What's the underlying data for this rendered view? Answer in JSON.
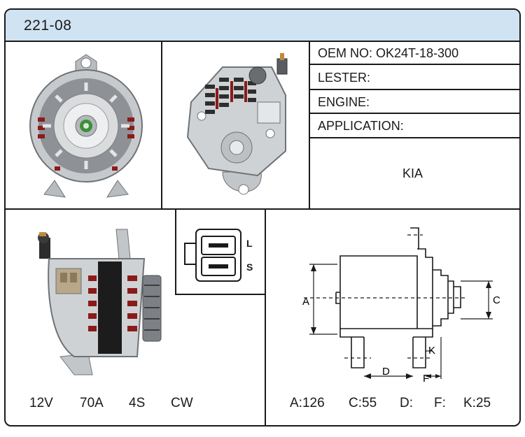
{
  "header": {
    "title": "221-08"
  },
  "info": {
    "oem": "OEM NO: OK24T-18-300",
    "lester": "LESTER:",
    "engine": "ENGINE:",
    "application": "APPLICATION:",
    "application_value": "KIA"
  },
  "connector": {
    "label_l": "L",
    "label_s": "S"
  },
  "specs": {
    "voltage": "12V",
    "amperage": "70A",
    "grooves": "4S",
    "rotation": "CW"
  },
  "dimensions": {
    "a_label": "A",
    "c_label": "C",
    "d_label": "D",
    "f_label": "F",
    "k_label": "K",
    "a_value": "A:126",
    "c_value": "C:55",
    "d_value": "D:",
    "f_value": "F:",
    "k_value": "K:25"
  },
  "colors": {
    "header_bg": "#cfe3f3",
    "border": "#1a1a1a",
    "winding": "#8b1a1a"
  }
}
